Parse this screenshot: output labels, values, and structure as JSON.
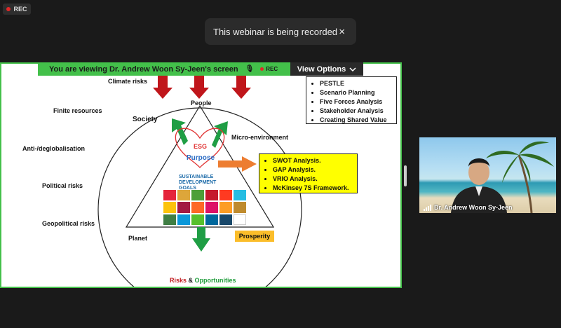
{
  "top": {
    "rec_label": "REC"
  },
  "toast": {
    "message": "This webinar is being recorded",
    "close_icon": "×"
  },
  "share_bar": {
    "viewing_text": "You are viewing  Dr. Andrew Woon Sy-Jeen's screen",
    "rec_label": "REC",
    "view_options_label": "View Options"
  },
  "slide": {
    "left_labels": [
      "Climate risks",
      "Finite resources",
      "Anti-/deglobalisation",
      "Political risks",
      "Geopolitical risks"
    ],
    "people": "People",
    "society": "Society",
    "micro_environment": "Micro-environment",
    "esg": "ESG",
    "purpose": "Purpose",
    "planet": "Planet",
    "prosperity": "Prosperity",
    "footer_risks": "Risks",
    "footer_amp": " & ",
    "footer_opps": "Opportunities",
    "sdg_title": "SUSTAINABLE DEVELOPMENT GOALS",
    "frameworks_top": [
      "PESTLE",
      "Scenario Planning",
      "Five Forces Analysis",
      "Stakeholder Analysis",
      "Creating Shared Value"
    ],
    "frameworks_yellow": [
      "SWOT Analysis.",
      "GAP Analysis.",
      "VRIO Analysis.",
      "McKinsey 7S Framework."
    ]
  },
  "video": {
    "participant_name": "Dr. Andrew Woon Sy-Jeen"
  },
  "colors": {
    "green_bar": "#43c04a",
    "risk_red": "#c0161b",
    "opportunity_green": "#1e9c3a",
    "arrow_red": "#c0161b",
    "arrow_green": "#1f9e44",
    "arrow_orange": "#ed7d31"
  }
}
